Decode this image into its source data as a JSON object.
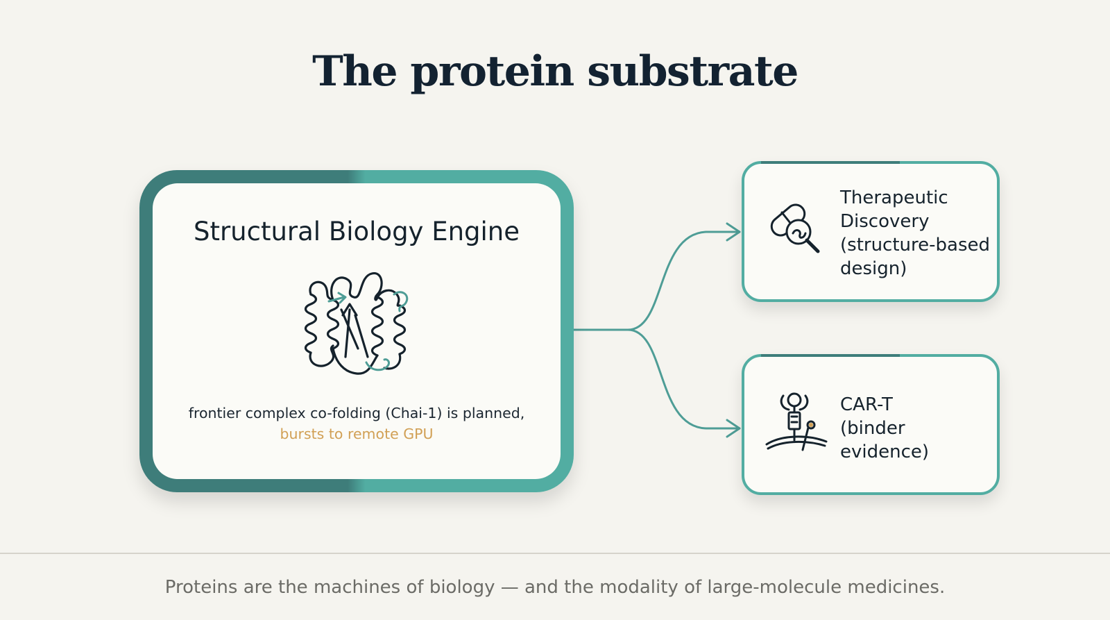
{
  "title": "The protein substrate",
  "engine": {
    "title": "Structural Biology Engine",
    "description_plain": "frontier complex co-folding (Chai-1) is planned, ",
    "description_highlight": "bursts to remote GPU",
    "icon": "protein-structure-icon"
  },
  "outputs": [
    {
      "lines": [
        "Therapeutic",
        "Discovery",
        "(structure-based",
        "design)"
      ],
      "icon": "pill-magnifier-icon"
    },
    {
      "lines": [
        "CAR-T",
        "(binder",
        "evidence)"
      ],
      "icon": "car-t-receptor-icon"
    }
  ],
  "caption": "Proteins are the machines of biology — and the modality of large-molecule medicines.",
  "colors": {
    "background": "#f5f4ef",
    "teal_dark": "#3e7d7a",
    "teal_light": "#52ada2",
    "highlight": "#d1a055",
    "text": "#15222c",
    "caption": "#6b6b66"
  }
}
